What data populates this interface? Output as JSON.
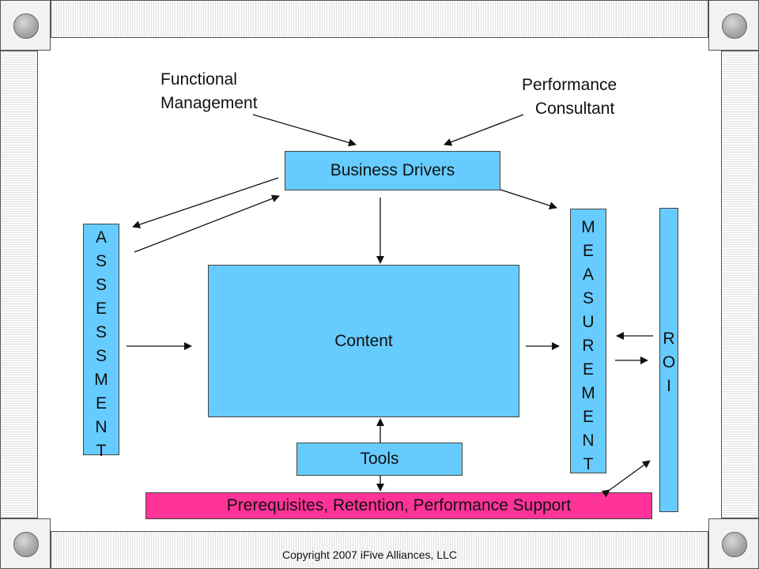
{
  "labels": {
    "functional_line1": "Functional",
    "functional_line2": "Management",
    "performance_line1": "Performance",
    "performance_line2": "Consultant"
  },
  "boxes": {
    "business_drivers": "Business Drivers",
    "content": "Content",
    "tools": "Tools",
    "prerequisites": "Prerequisites, Retention, Performance Support"
  },
  "vertical": {
    "assessment": [
      "A",
      "S",
      "S",
      "E",
      "S",
      "S",
      "M",
      "E",
      "N",
      "T"
    ],
    "measurement": [
      "M",
      "E",
      "A",
      "S",
      "U",
      "R",
      "E",
      "M",
      "E",
      "N",
      "T"
    ],
    "roi": [
      "R",
      "O",
      "I"
    ]
  },
  "footer": {
    "copyright": "Copyright 2007 iFive Alliances, LLC"
  },
  "colors": {
    "box_blue": "#66ccff",
    "box_pink": "#ff3399"
  }
}
